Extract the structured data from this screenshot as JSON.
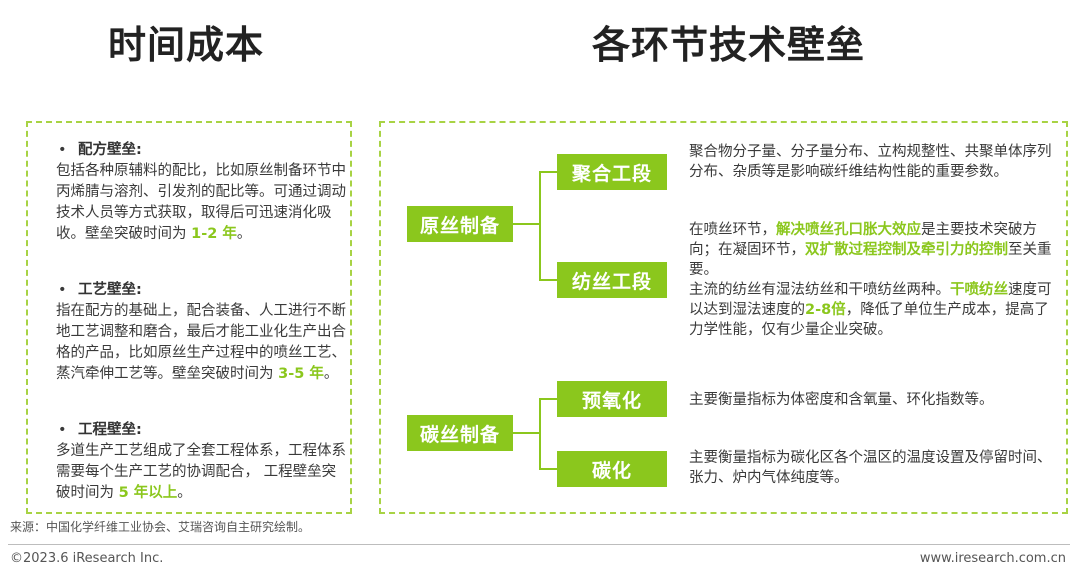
{
  "titles": {
    "left": "时间成本",
    "right": "各环节技术壁垒"
  },
  "time_cost": {
    "bullet": "•",
    "sections": [
      {
        "heading": "配方壁垒:",
        "text": "包括各种原辅料的配比，比如原丝制备环节中丙烯腈与溶剂、引发剂的配比等。可通过调动技术人员等方式获取，取得后可迅速消化吸收。壁垒突破时间为 ",
        "highlight": "1-2 年",
        "tail": "。"
      },
      {
        "heading": "工艺壁垒:",
        "text": "指在配方的基础上，配合装备、人工进行不断地工艺调整和磨合，最后才能工业化生产出合格的产品，比如原丝生产过程中的喷丝工艺、蒸汽牵伸工艺等。壁垒突破时间为 ",
        "highlight": "3-5 年",
        "tail": "。"
      },
      {
        "heading": "工程壁垒:",
        "text": "多道生产工艺组成了全套工程体系，工程体系需要每个生产工艺的协调配合， 工程壁垒突破时间为 ",
        "highlight": "5 年以上",
        "tail": "。"
      }
    ]
  },
  "tech_barriers": {
    "nodes": {
      "yuansi": "原丝制备",
      "tansi": "碳丝制备",
      "juhe": "聚合工段",
      "fangsi": "纺丝工段",
      "yuyang": "预氧化",
      "tanhua": "碳化"
    },
    "descriptions": {
      "juhe": "聚合物分子量、分子量分布、立构规整性、共聚单体序列分布、杂质等是影响碳纤维结构性能的重要参数。",
      "fangsi_1a": "在喷丝环节，",
      "fangsi_1b": "解决喷丝孔口胀大效应",
      "fangsi_1c": "是主要技术突破方向；在凝固环节，",
      "fangsi_1d": "双扩散过程控制及牵引力的控制",
      "fangsi_1e": "至关重要。",
      "fangsi_2a": "主流的纺丝有湿法纺丝和干喷纺丝两种。",
      "fangsi_2b": "干喷纺丝",
      "fangsi_2c": "速度可以达到湿法速度的",
      "fangsi_2d": "2-8倍",
      "fangsi_2e": "，降低了单位生产成本，提高了力学性能，仅有少量企业突破。",
      "yuyang": "主要衡量指标为体密度和含氧量、环化指数等。",
      "tanhua": "主要衡量指标为碳化区各个温区的温度设置及停留时间、张力、炉内气体纯度等。"
    }
  },
  "footer": {
    "source": "来源：中国化学纤维工业协会、艾瑞咨询自主研究绘制。",
    "copyright": "©2023.6 iResearch Inc.",
    "website": "www.iresearch.com.cn"
  },
  "colors": {
    "accent": "#8bc71d",
    "border": "#a8d344",
    "text": "#3a3a3a"
  }
}
